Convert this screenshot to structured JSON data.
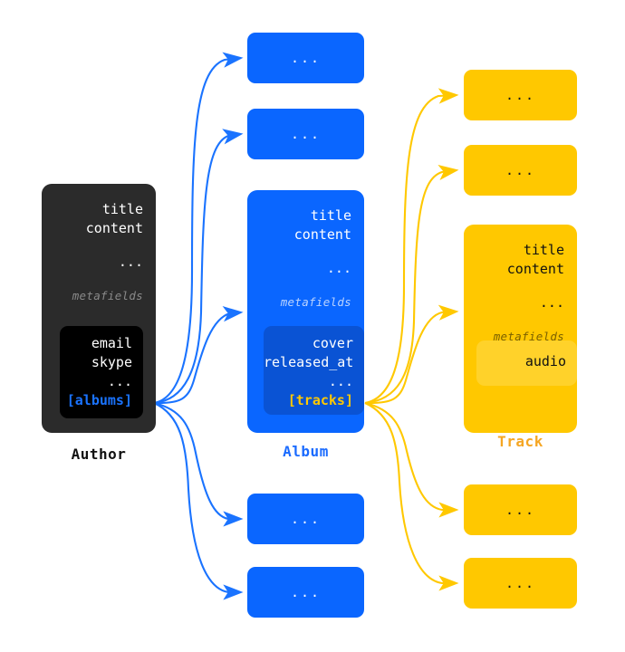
{
  "diagram": {
    "title": "Author / Album / Track relationship diagram",
    "colors": {
      "author_bg": "#2b2b2b",
      "author_inner_bg": "#000000",
      "album_bg": "#0a66ff",
      "album_inner_bg": "#0a53d4",
      "track_bg": "#ffc800",
      "track_inner_bg": "#ffd22a",
      "album_relation": "#1a73ff",
      "track_relation": "#ffc800",
      "author_caption": "#111111",
      "album_caption": "#1a6bff",
      "track_caption": "#f5a623",
      "blue_arrow": "#1a73ff",
      "yellow_arrow": "#ffc800",
      "page_bg": "#ffffff"
    }
  },
  "author": {
    "caption": "Author",
    "fields": [
      "title",
      "content"
    ],
    "ellipsis": "...",
    "metafields_label": "metafields",
    "metafields": [
      "email",
      "skype"
    ],
    "metafields_ellipsis": "...",
    "relation": "[albums]"
  },
  "album": {
    "caption": "Album",
    "fields": [
      "title",
      "content"
    ],
    "ellipsis": "...",
    "metafields_label": "metafields",
    "metafields": [
      "cover",
      "released_at"
    ],
    "metafields_ellipsis": "...",
    "relation": "[tracks]"
  },
  "track": {
    "caption": "Track",
    "fields": [
      "title",
      "content"
    ],
    "ellipsis": "...",
    "metafields_label": "metafields",
    "metafields": [
      "audio"
    ]
  },
  "album_stubs": [
    {
      "label": "..."
    },
    {
      "label": "..."
    },
    {
      "label": "..."
    },
    {
      "label": "..."
    }
  ],
  "track_stubs": [
    {
      "label": "..."
    },
    {
      "label": "..."
    },
    {
      "label": "..."
    },
    {
      "label": "..."
    }
  ],
  "icons": {
    "arrow_head": "arrow-head-icon"
  }
}
